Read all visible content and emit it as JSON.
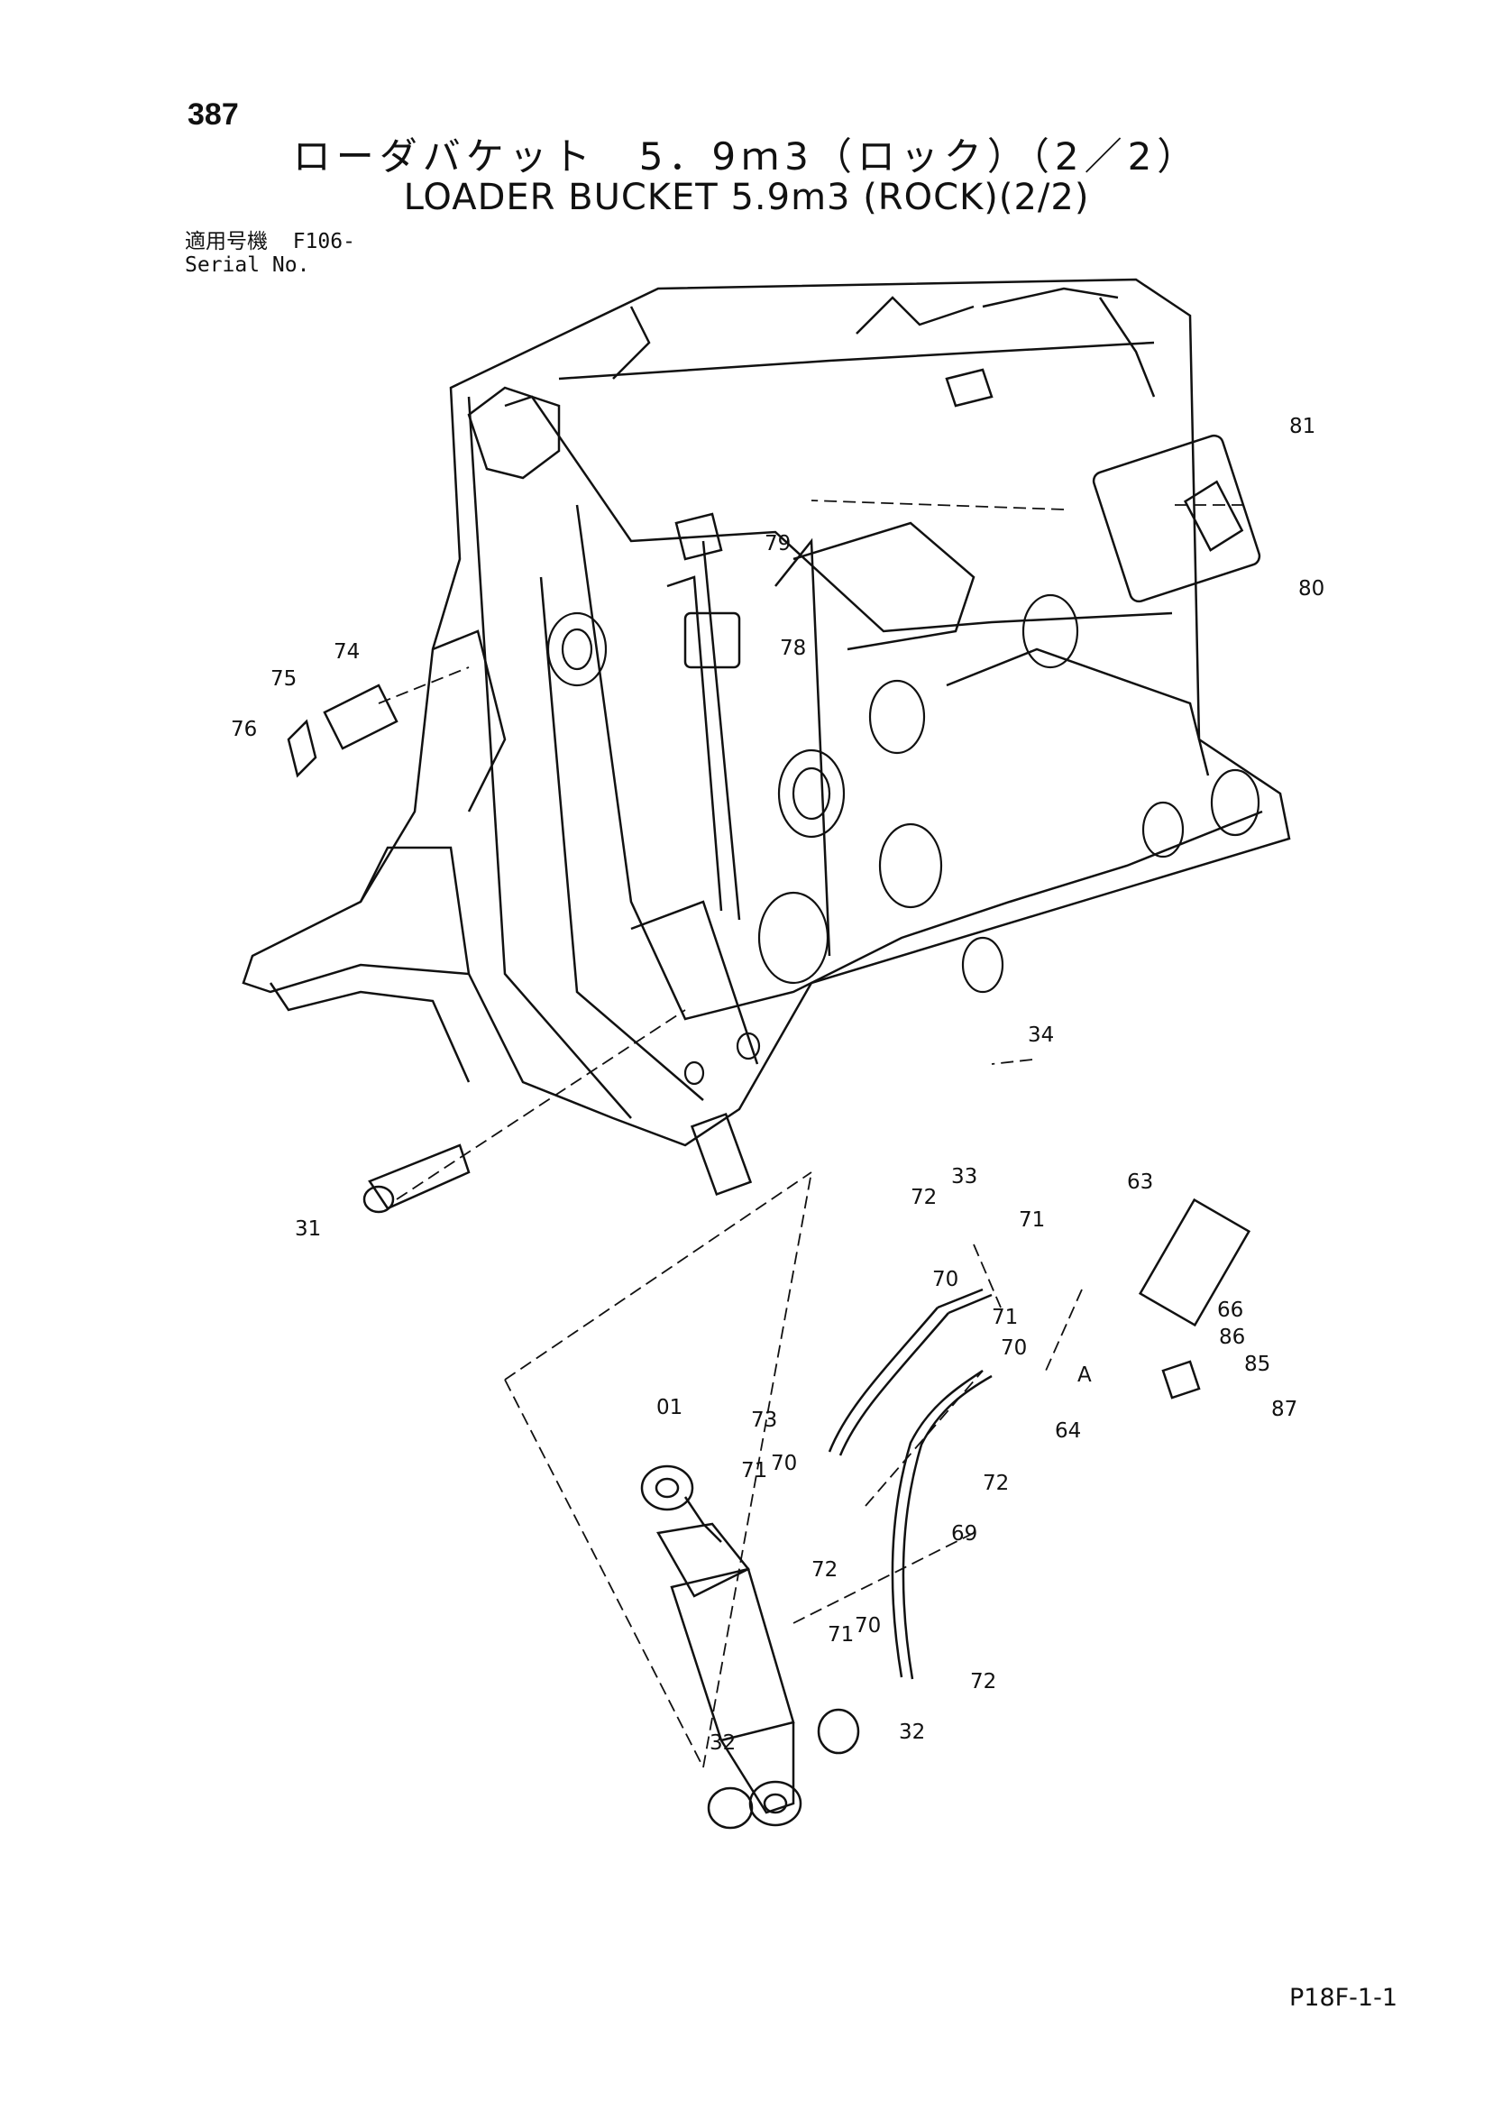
{
  "page_number": "387",
  "title_jp": "ローダバケット　5．9ｍ3（ロック）（2／2）",
  "title_en": "LOADER BUCKET 5.9m3 (ROCK)(2/2)",
  "serial": {
    "label_jp": "適用号機",
    "value": "F106-",
    "label_en": "Serial No."
  },
  "footer_code": "P18F-1-1",
  "callouts": {
    "c81": "81",
    "c80": "80",
    "c79": "79",
    "c78": "78",
    "c74": "74",
    "c75": "75",
    "c76": "76",
    "c34": "34",
    "c33": "33",
    "c31": "31",
    "c63": "63",
    "c72a": "72",
    "c71a": "71",
    "c70a": "70",
    "c71b": "71",
    "c70b": "70",
    "c66": "66",
    "c86": "86",
    "c85": "85",
    "c87": "87",
    "cA": "A",
    "c64": "64",
    "c72b": "72",
    "c73": "73",
    "c01": "01",
    "c71c": "71",
    "c70c": "70",
    "c72c": "72",
    "c69": "69",
    "c71d": "71",
    "c70d": "70",
    "c72d": "72",
    "c32a": "32",
    "c32b": "32"
  }
}
